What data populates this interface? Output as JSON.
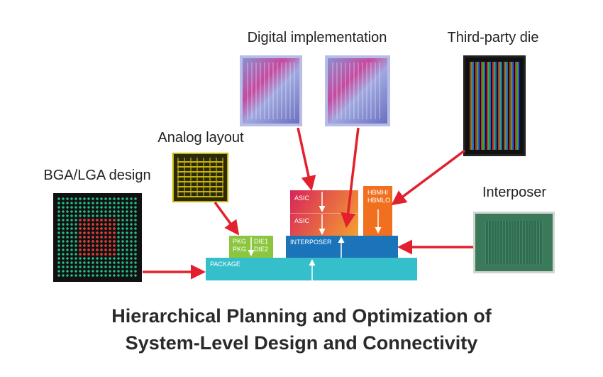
{
  "labels": {
    "digital": "Digital implementation",
    "third_party": "Third-party die",
    "analog": "Analog layout",
    "bga": "BGA/LGA design",
    "interposer": "Interposer"
  },
  "blocks": {
    "asic_top": "ASIC",
    "asic_bottom": "ASIC",
    "hbm_hi": "HBMHI",
    "hbm_lo": "HBMLO",
    "pkg1": "PKG",
    "pkg2": "PKG",
    "die1": "DIE1",
    "die2": "DIE2",
    "interposer": "INTERPOSER",
    "package": "PACKAGE"
  },
  "title": {
    "line1": "Hierarchical Planning and Optimization of",
    "line2": "System-Level Design and Connectivity"
  },
  "colors": {
    "arrow": "#e3202e",
    "package": "#35bfcb",
    "interposer": "#1b74ba",
    "hbm": "#f07020",
    "pkgdie": "#8cc63f"
  }
}
